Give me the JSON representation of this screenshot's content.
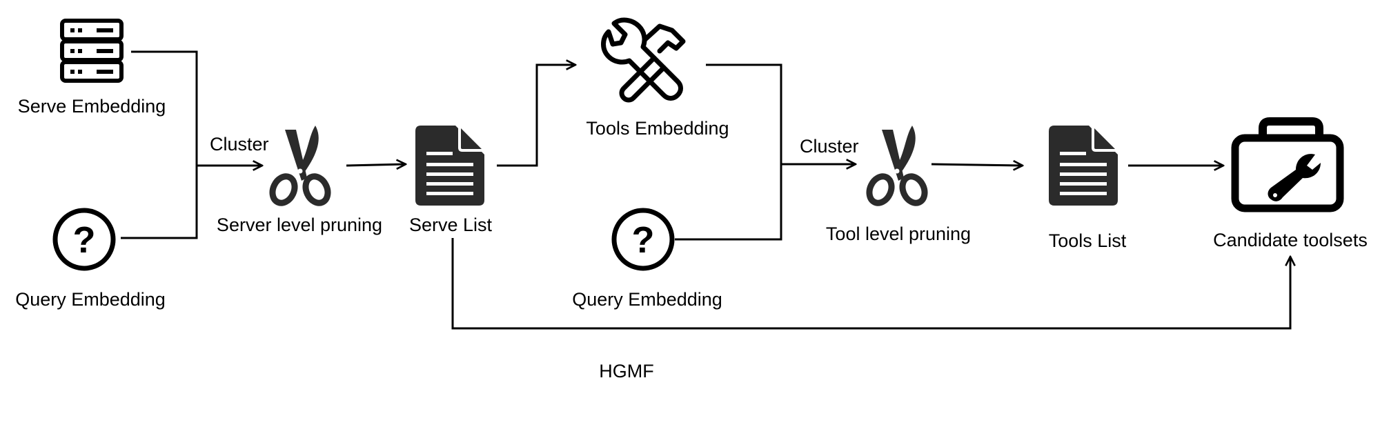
{
  "labels": {
    "serve_embedding": "Serve Embedding",
    "query_embedding_1": "Query Embedding",
    "cluster_1": "Cluster",
    "server_level_pruning": "Server level pruning",
    "serve_list": "Serve List",
    "tools_embedding": "Tools Embedding",
    "query_embedding_2": "Query Embedding",
    "cluster_2": "Cluster",
    "tool_level_pruning": "Tool level pruning",
    "tools_list": "Tools List",
    "candidate_toolsets": "Candidate toolsets",
    "caption": "HGMF"
  },
  "icons": {
    "server": "server-icon",
    "question_1": "question-icon",
    "scissors_1": "scissors-icon",
    "document_1": "document-icon",
    "tools": "wrench-hammer-icon",
    "question_2": "question-icon",
    "scissors_2": "scissors-icon",
    "document_2": "document-icon",
    "toolbox": "toolbox-icon"
  },
  "colors": {
    "ink": "#000000",
    "icon_fill": "#2b2b2b",
    "background": "#ffffff"
  }
}
